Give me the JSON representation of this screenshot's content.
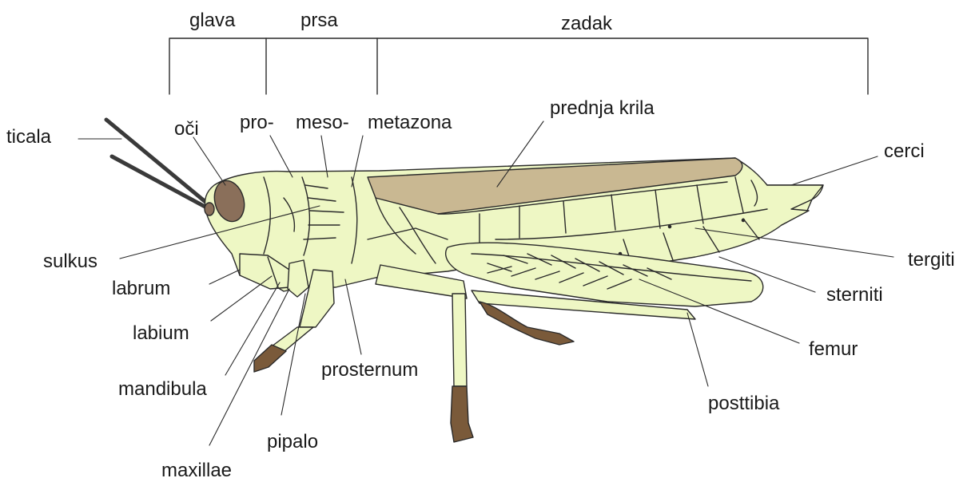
{
  "regions": {
    "head": "glava",
    "thorax": "prsa",
    "abdomen": "zadak"
  },
  "labels": {
    "antennae": "ticala",
    "eyes": "oči",
    "pro": "pro-",
    "meso": "meso-",
    "metazona": "metazona",
    "forewings": "prednja krila",
    "cerci": "cerci",
    "sulcus": "sulkus",
    "labrum": "labrum",
    "labium": "labium",
    "mandible": "mandibula",
    "maxillae": "maxillae",
    "palp": "pipalo",
    "prosternum": "prosternum",
    "tergites": "tergiti",
    "sternites": "sterniti",
    "femur": "femur",
    "posttibia": "posttibia"
  },
  "colors": {
    "body": "#eef7c4",
    "wing": "#c9b892",
    "eye": "#8a6f5a",
    "legs_dark": "#7a5a3a",
    "outline": "#2a2a2a"
  }
}
